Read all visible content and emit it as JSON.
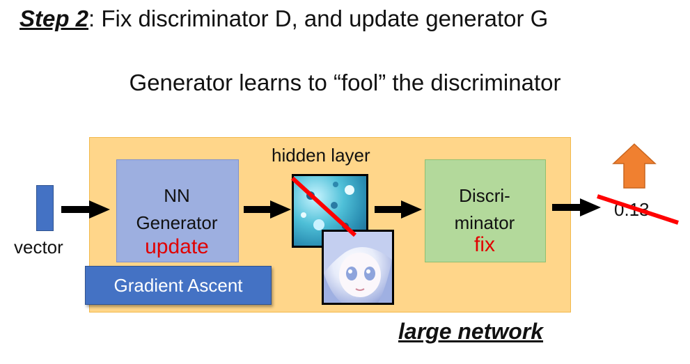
{
  "title": {
    "step": "Step 2",
    "rest": ": Fix discriminator D, and update generator G"
  },
  "subtitle": "Generator learns to “fool” the discriminator",
  "vector": {
    "label": "vector"
  },
  "generator": {
    "line1": "NN",
    "line2": "Generator",
    "status": "update"
  },
  "gradient_button": {
    "label": "Gradient Ascent"
  },
  "hidden_layer": {
    "label": "hidden layer"
  },
  "discriminator": {
    "line1": "Discri-",
    "line2": "minator",
    "status": "fix"
  },
  "output": {
    "score": "0.13"
  },
  "footer": {
    "label": "large network"
  },
  "colors": {
    "large_network_bg": "#ffd68a",
    "generator_bg": "#9dafe0",
    "discriminator_bg": "#b3d99b",
    "button_bg": "#4472c4",
    "strike_red": "#ff0000",
    "up_arrow": "#f08030"
  },
  "icons": [
    "right-arrow-icon",
    "up-arrow-icon",
    "strike-line-icon",
    "anime-face-image",
    "noisy-image"
  ]
}
